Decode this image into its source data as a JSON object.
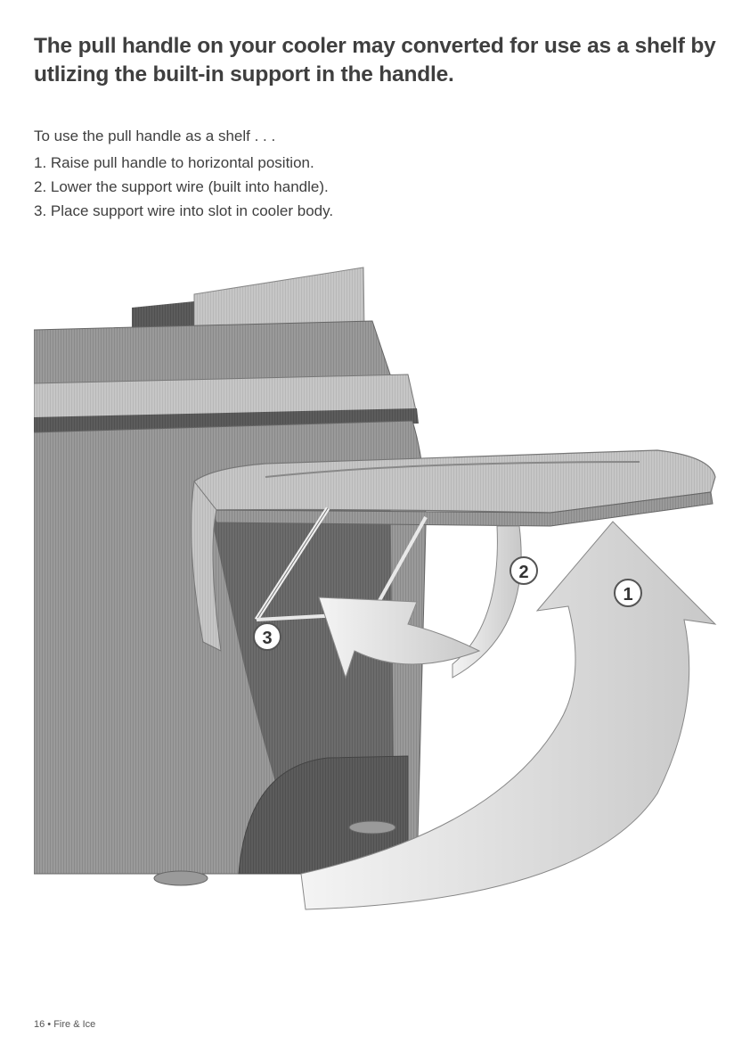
{
  "heading": {
    "line1": "The pull handle on your cooler may converted for use as a shelf by",
    "line2": "utlizing the built-in support in the handle."
  },
  "intro": "To use the pull handle as a shelf . . .",
  "steps": [
    "1. Raise pull handle to horizontal position.",
    "2. Lower the support wire (built into handle).",
    "3. Place support wire into slot in cooler body."
  ],
  "callouts": {
    "one": "1",
    "two": "2",
    "three": "3"
  },
  "footer": "16 • Fire & Ice",
  "colors": {
    "text": "#3f3f3f",
    "cooler_body": "#8a8a8a",
    "arrow_fill": "#ededed"
  }
}
